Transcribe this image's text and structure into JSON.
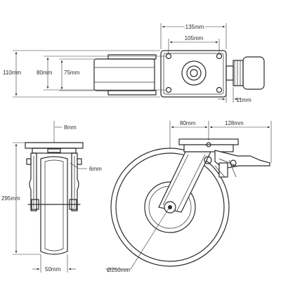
{
  "dimensions": {
    "top_width": "135mm",
    "top_bolt_spacing": "105mm",
    "top_height": "110mm",
    "top_hole_spacing_a": "80mm",
    "top_hole_spacing_b": "75mm",
    "top_brake_offset": "11mm",
    "front_plate_offset": "8mm",
    "front_fork_gap": "6mm",
    "overall_height": "295mm",
    "wheel_width": "50mm",
    "side_plate_width": "80mm",
    "side_offset": "128mm",
    "wheel_diameter": "Ø250mm"
  },
  "colors": {
    "line": "#2b2b2b",
    "background": "#ffffff"
  }
}
